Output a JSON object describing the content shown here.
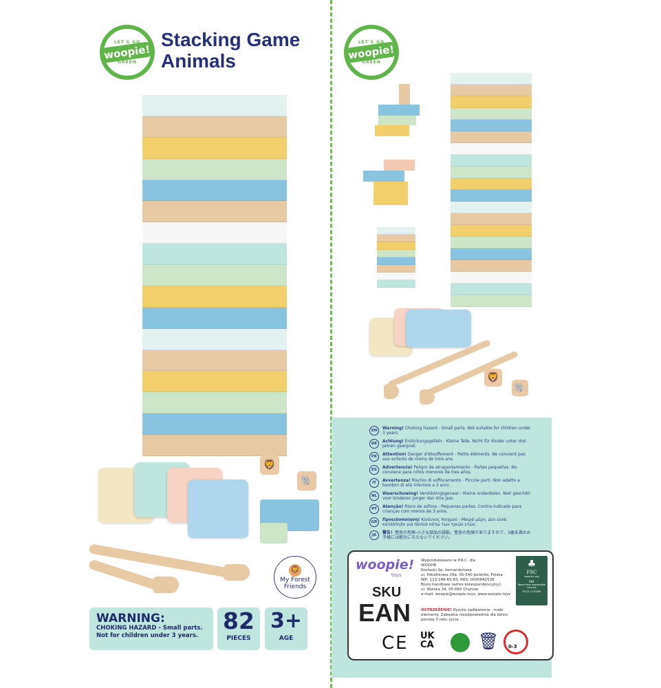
{
  "brand": {
    "logo_text": "woopie!",
    "logo_ring_top": "LET'S GO",
    "logo_ring_bottom": "GREEN"
  },
  "title": {
    "line1": "Stacking Game",
    "line2": "Animals"
  },
  "badge": {
    "text": "My Forest Friends",
    "icon": "lion-icon"
  },
  "warning_box": {
    "heading": "WARNING:",
    "line1": "CHOKING HAZARD - Small parts.",
    "line2": "Not for children under 3 years."
  },
  "pieces": {
    "value": "82",
    "label": "PIECES"
  },
  "age": {
    "value": "3+",
    "label": "AGE"
  },
  "warnings": [
    {
      "lang": "EN",
      "bold": "Warning!",
      "text": " Choking hazard - Small parts. Not suitable for children under 3 years."
    },
    {
      "lang": "DE",
      "bold": "Achtung!",
      "text": " Erstickungsgefahr - Kleine Teile. Nicht für Kinder unter drei Jahren geeignet."
    },
    {
      "lang": "FR",
      "bold": "Attention!",
      "text": " Danger d'étouffement - Petits éléments. Ne convient pas aux enfants de moins de trois ans."
    },
    {
      "lang": "ES",
      "bold": "Advertencia!",
      "text": " Peligro de atragantamiento - Partes pequeñas. No conviene para niños menores de tres años."
    },
    {
      "lang": "IT",
      "bold": "Avvertenza!",
      "text": " Rischio di soffocamento - Piccole parti. Non adatto a bambini di età inferiore a 3 anni."
    },
    {
      "lang": "NL",
      "bold": "Waarschuwing!",
      "text": " Verstikkingsgevaar - Kleine onderdelen. Niet geschikt voor kinderen jonger dan drie jaar."
    },
    {
      "lang": "PT",
      "bold": "Atenção!",
      "text": " Risco de asfixia - Pequenas partes. Contra-indicado para crianças com menos de 3 anos."
    },
    {
      "lang": "GR",
      "bold": "Προειδοποίηση!",
      "text": " Κίνδυνος πνιγμού - Μικρά μέρη. Δεν είναι κατάλληλο για παιδιά κάτω των τριών ετών."
    },
    {
      "lang": "JA",
      "bold": "警告！",
      "text": "窒息の危険-小さな部品の誤飲。窒息の危険がありますので、3歳未満のお子様には絶対に与えないでください。"
    }
  ],
  "label": {
    "logo_text": "woopie!",
    "logo_sub": "toys",
    "sku": "SKU",
    "ean": "EAN",
    "address": [
      "Wyprodukowano w P.R.C. dla",
      "WOOPIE",
      "Kostecki Sp. komandytowa",
      "ul. Południowa 29a, 05-540 Jeziórko, Polska",
      "NIP: 123-146-65-83, KRS: 0000842538",
      "Biuro handlowe (adres korespondencyjny):",
      "ul. Wolska 34, 05-660 Chynów",
      "e-mail: woopie@woopie.toys, www.woopie.toys"
    ],
    "pl_warning_bold": "OSTRZEŻENIE!",
    "pl_warning": " Ryzyko zadławienia - małe elementy. Zabawka nieodpowiednia dla dzieci poniżej 3 roku życia.",
    "fsc": {
      "name": "FSC",
      "url": "www.fsc.org",
      "mix": "MIX",
      "desc": "Wood from responsible sources",
      "code": "FSC® C133498"
    },
    "symbols": {
      "ce": "CE",
      "ukca_1": "UK",
      "ukca_2": "CA",
      "age_limit": "0-3"
    }
  }
}
